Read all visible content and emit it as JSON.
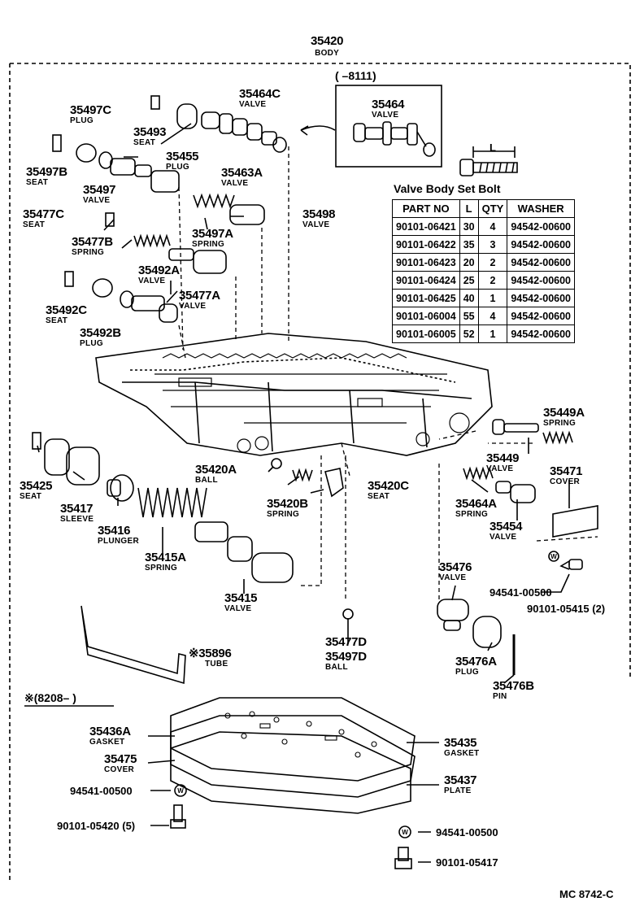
{
  "header": {
    "part_no": "35420",
    "name": "BODY"
  },
  "inset": {
    "range_label": "(        –8111)"
  },
  "footer_code": "MC  8742-C",
  "tube_marker": "※(8208–           )",
  "labels": {
    "l35464c": {
      "pn": "35464C",
      "nm": "VALVE"
    },
    "l35464": {
      "pn": "35464",
      "nm": "VALVE"
    },
    "l35497c": {
      "pn": "35497C",
      "nm": "PLUG"
    },
    "l35493": {
      "pn": "35493",
      "nm": "SEAT"
    },
    "l35455": {
      "pn": "35455",
      "nm": "PLUG"
    },
    "l35463a": {
      "pn": "35463A",
      "nm": "VALVE"
    },
    "l35497b": {
      "pn": "35497B",
      "nm": "SEAT"
    },
    "l35497": {
      "pn": "35497",
      "nm": "VALVE"
    },
    "l35477c": {
      "pn": "35477C",
      "nm": "SEAT"
    },
    "l35498": {
      "pn": "35498",
      "nm": "VALVE"
    },
    "l35497a": {
      "pn": "35497A",
      "nm": "SPRING"
    },
    "l35477b": {
      "pn": "35477B",
      "nm": "SPRING"
    },
    "l35492a": {
      "pn": "35492A",
      "nm": "VALVE"
    },
    "l35477a": {
      "pn": "35477A",
      "nm": "VALVE"
    },
    "l35492c": {
      "pn": "35492C",
      "nm": "SEAT"
    },
    "l35492b": {
      "pn": "35492B",
      "nm": "PLUG"
    },
    "l35449a": {
      "pn": "35449A",
      "nm": "SPRING"
    },
    "l35449": {
      "pn": "35449",
      "nm": "VALVE"
    },
    "l35471": {
      "pn": "35471",
      "nm": "COVER"
    },
    "l35464a": {
      "pn": "35464A",
      "nm": "SPRING"
    },
    "l35454": {
      "pn": "35454",
      "nm": "VALVE"
    },
    "l35425": {
      "pn": "35425",
      "nm": "SEAT"
    },
    "l35417": {
      "pn": "35417",
      "nm": "SLEEVE"
    },
    "l35416": {
      "pn": "35416",
      "nm": "PLUNGER"
    },
    "l35415a": {
      "pn": "35415A",
      "nm": "SPRING"
    },
    "l35415": {
      "pn": "35415",
      "nm": "VALVE"
    },
    "l35420a": {
      "pn": "35420A",
      "nm": "BALL"
    },
    "l35420b": {
      "pn": "35420B",
      "nm": "SPRING"
    },
    "l35420c": {
      "pn": "35420C",
      "nm": "SEAT"
    },
    "l35477d": {
      "pn": "35477D",
      "nm": ""
    },
    "l35497d": {
      "pn": "35497D",
      "nm": "BALL"
    },
    "l35476": {
      "pn": "35476",
      "nm": "VALVE"
    },
    "l35476a": {
      "pn": "35476A",
      "nm": "PLUG"
    },
    "l35476b": {
      "pn": "35476B",
      "nm": "PIN"
    },
    "l35896": {
      "pn": "※35896",
      "nm": "TUBE"
    },
    "l35436a": {
      "pn": "35436A",
      "nm": "GASKET"
    },
    "l35475": {
      "pn": "35475",
      "nm": "COVER"
    },
    "l35435": {
      "pn": "35435",
      "nm": "GASKET"
    },
    "l35437": {
      "pn": "35437",
      "nm": "PLATE"
    }
  },
  "plain_labels": {
    "w1": "94541-00500",
    "b1": "90101-05415 (2)",
    "w2": "94541-00500",
    "b2": "90101-05420 (5)",
    "w3": "94541-00500",
    "b3": "90101-05417"
  },
  "bolt_table": {
    "title": "Valve Body Set Bolt",
    "dimension_label": "L",
    "columns": [
      "PART NO",
      "L",
      "QTY",
      "WASHER"
    ],
    "rows": [
      [
        "90101-06421",
        "30",
        "4",
        "94542-00600"
      ],
      [
        "90101-06422",
        "35",
        "3",
        "94542-00600"
      ],
      [
        "90101-06423",
        "20",
        "2",
        "94542-00600"
      ],
      [
        "90101-06424",
        "25",
        "2",
        "94542-00600"
      ],
      [
        "90101-06425",
        "40",
        "1",
        "94542-00600"
      ],
      [
        "90101-06004",
        "55",
        "4",
        "94542-00600"
      ],
      [
        "90101-06005",
        "52",
        "1",
        "94542-00600"
      ]
    ]
  },
  "washer_symbol": "W"
}
